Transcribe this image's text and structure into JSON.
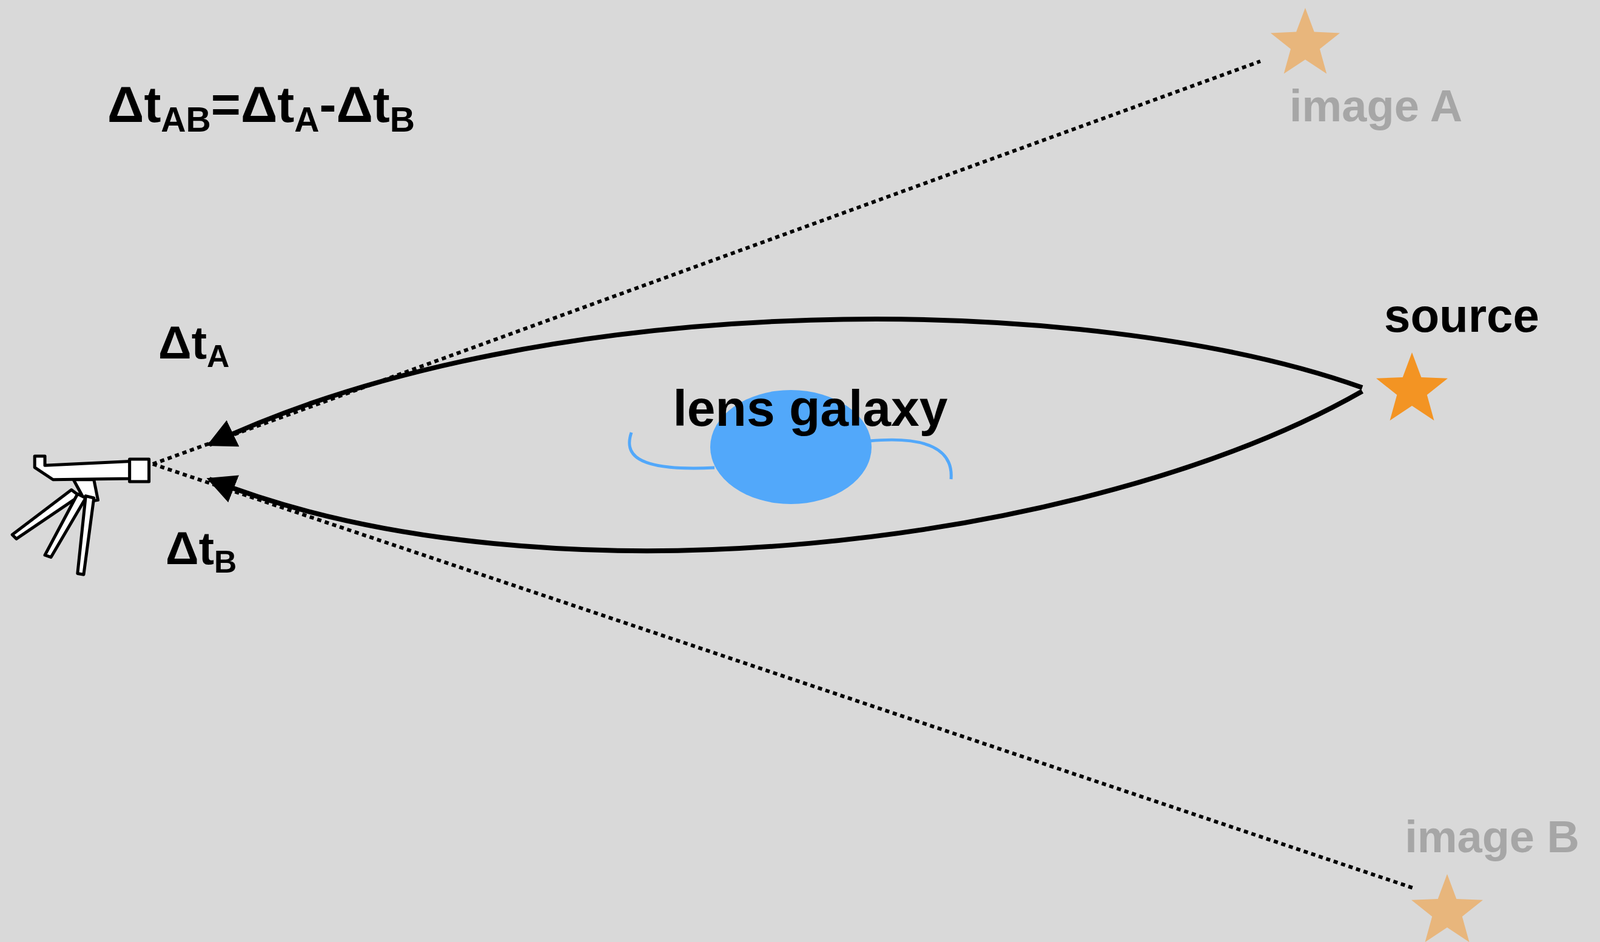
{
  "diagram": {
    "nodes": [
      {
        "text": [
          "image A"
        ]
      },
      {
        "text": [
          "source"
        ]
      },
      {
        "text": [
          "lens galaxy"
        ]
      },
      {
        "text": [
          "image B"
        ]
      }
    ],
    "labels": [
      "ΔtAB=ΔtA-ΔtB",
      "ΔtA",
      "ΔtB"
    ]
  }
}
